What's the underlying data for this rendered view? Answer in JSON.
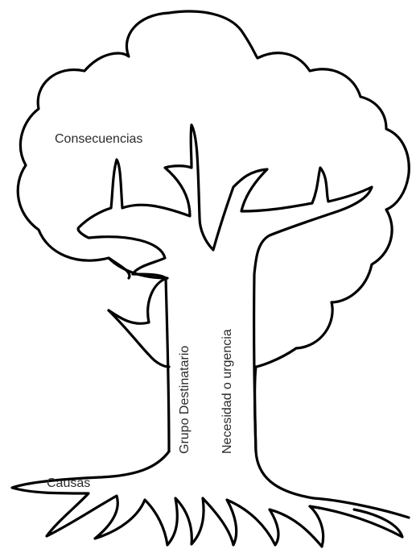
{
  "colors": {
    "outline": "#000000",
    "text": "#2b2b2b",
    "background": "#ffffff"
  },
  "labels": {
    "consequences": "Consecuencias",
    "target_group": "Grupo Destinatario",
    "need": "Necesidad o urgencia",
    "causes": "Causas"
  }
}
